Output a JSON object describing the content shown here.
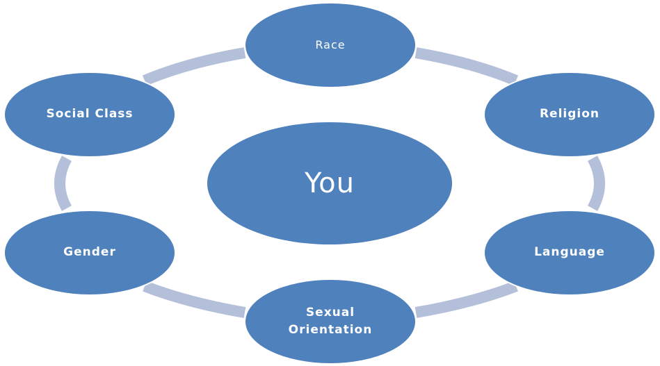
{
  "diagram": {
    "center_label": "You",
    "nodes": {
      "race": "Race",
      "religion": "Religion",
      "language": "Language",
      "sexual_orientation": "Sexual\nOrientation",
      "gender": "Gender",
      "social_class": "Social Class"
    }
  },
  "colors": {
    "node_fill": "#4f81bd",
    "connector": "#b4c0da",
    "text": "#ffffff"
  }
}
